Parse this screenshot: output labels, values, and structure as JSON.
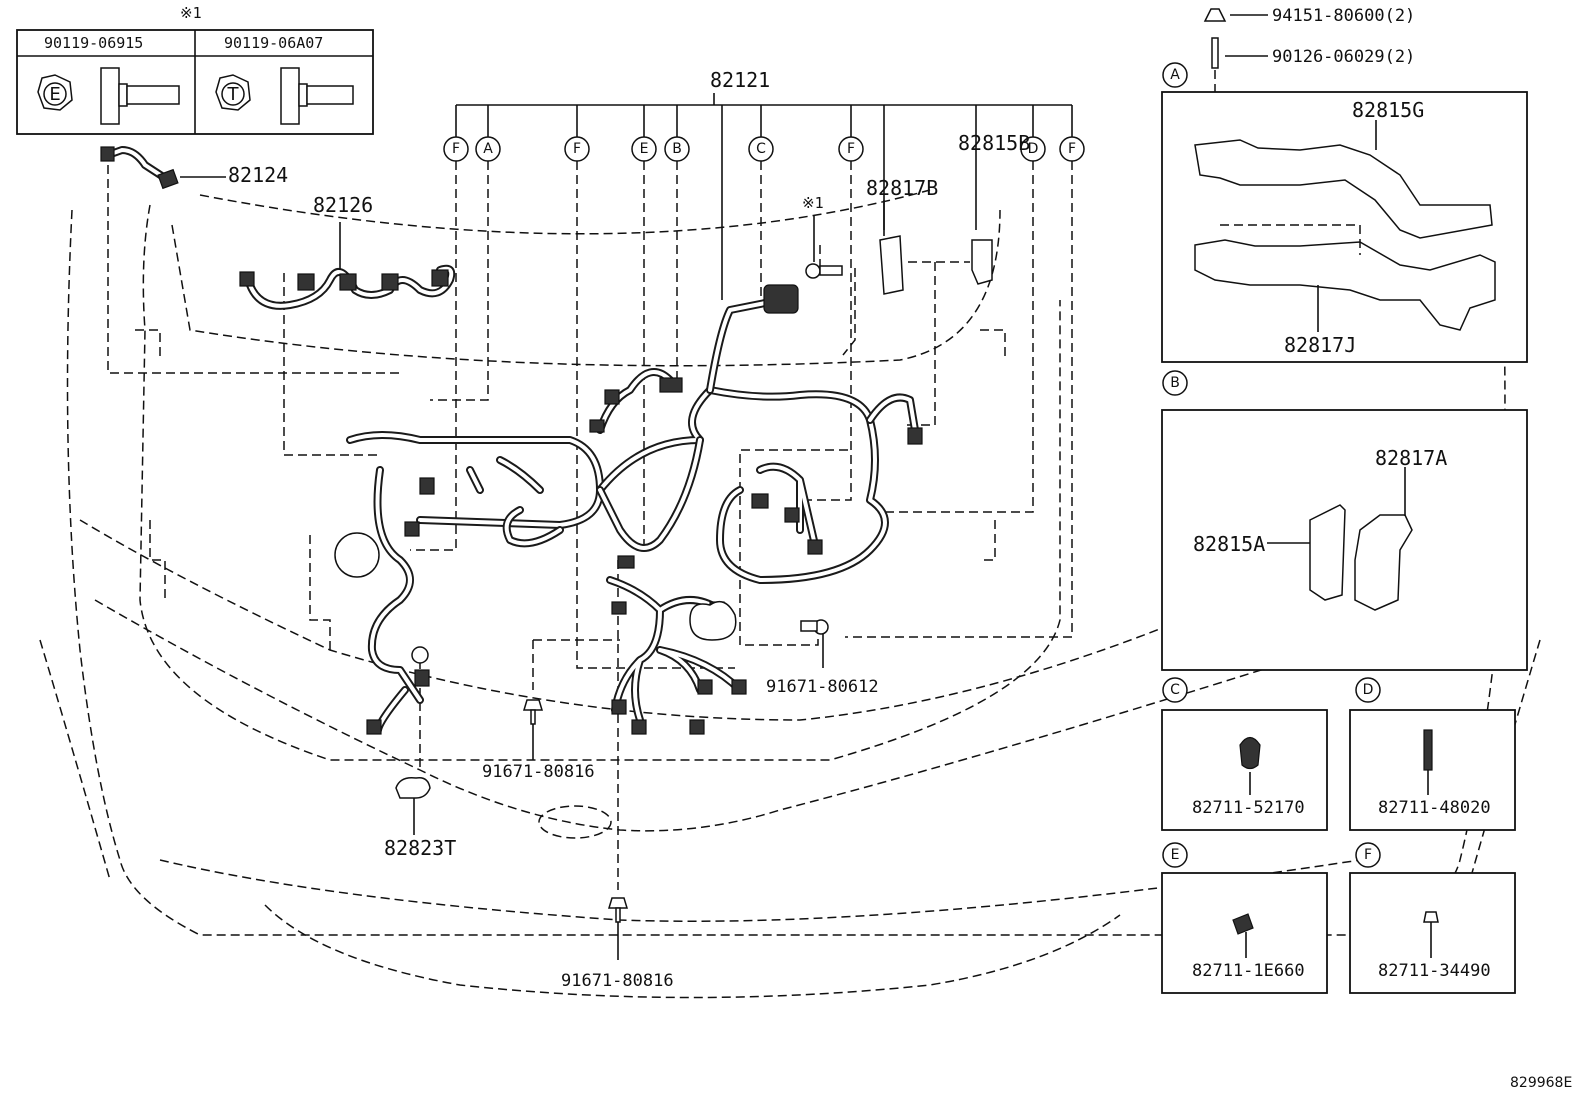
{
  "diagram_code": "829968E",
  "note_symbol": "※1",
  "bolt_table": {
    "note": "※1",
    "col1": {
      "part": "90119-06915",
      "letter": "E"
    },
    "col2": {
      "part": "90119-06A07",
      "letter": "T"
    }
  },
  "parts": {
    "main_harness": "82121",
    "p82124": "82124",
    "p82126": "82126",
    "p82817B": "82817B",
    "p82815B": "82815B",
    "note_callout": "※1",
    "p82823T": "82823T",
    "clip_left": "91671-80816",
    "clip_bottom": "91671-80816",
    "clip_right": "91671-80612",
    "nut": "94151-80600(2)",
    "stud": "90126-06029(2)"
  },
  "harness_markers": [
    "F",
    "A",
    "F",
    "E",
    "B",
    "C",
    "F",
    "D",
    "F"
  ],
  "panels": {
    "A": {
      "letter": "A",
      "labels": [
        "82815G",
        "82817J"
      ]
    },
    "B": {
      "letter": "B",
      "labels": [
        "82817A",
        "82815A"
      ]
    },
    "C": {
      "letter": "C",
      "label": "82711-52170"
    },
    "D": {
      "letter": "D",
      "label": "82711-48020"
    },
    "E": {
      "letter": "E",
      "label": "82711-1E660"
    },
    "F": {
      "letter": "F",
      "label": "82711-34490"
    }
  }
}
